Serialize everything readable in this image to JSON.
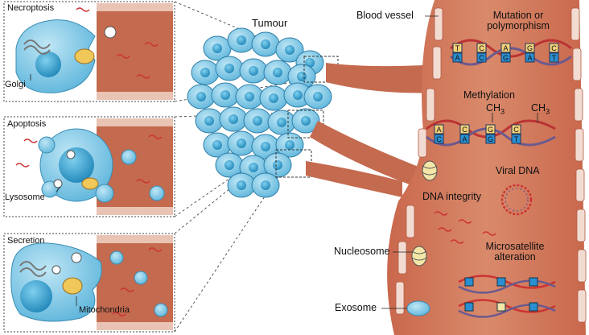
{
  "panels": {
    "necroptosis": {
      "title": "Necroptosis",
      "organelle": "Golgi"
    },
    "apoptosis": {
      "title": "Apoptosis",
      "organelle": "Lysosome"
    },
    "secretion": {
      "title": "Secretion",
      "organelle": "Mitochondria"
    }
  },
  "center": {
    "tumour": "Tumour"
  },
  "vessel": {
    "label": "Blood vessel",
    "mutation": "Mutation or polymorphism",
    "methylation": "Methylation",
    "ch3": "CH3",
    "viral_dna": "Viral DNA",
    "dna_integrity": "DNA integrity",
    "nucleosome": "Nucleosome",
    "microsatellite": "Microsatellite alteration",
    "exosome": "Exosome"
  },
  "bases_row1": [
    "T",
    "A",
    "C",
    "C",
    "A",
    "G",
    "G",
    "A",
    "C",
    "T"
  ],
  "bases_row2": [
    "A",
    "C",
    "C",
    "A",
    "G",
    "G",
    "C",
    "T"
  ],
  "colors": {
    "vessel_wall": "#c26a50",
    "vessel_lumen": "#d9876a",
    "vessel_cell": "#f3e3dc",
    "cell_fill": "#7ec8e3",
    "cell_nucleus": "#3d9ec7",
    "dna_red": "#b33",
    "dna_purple": "#6b5a8e",
    "base_blue": "#2a8fd0",
    "base_yellow": "#f3d27a"
  }
}
